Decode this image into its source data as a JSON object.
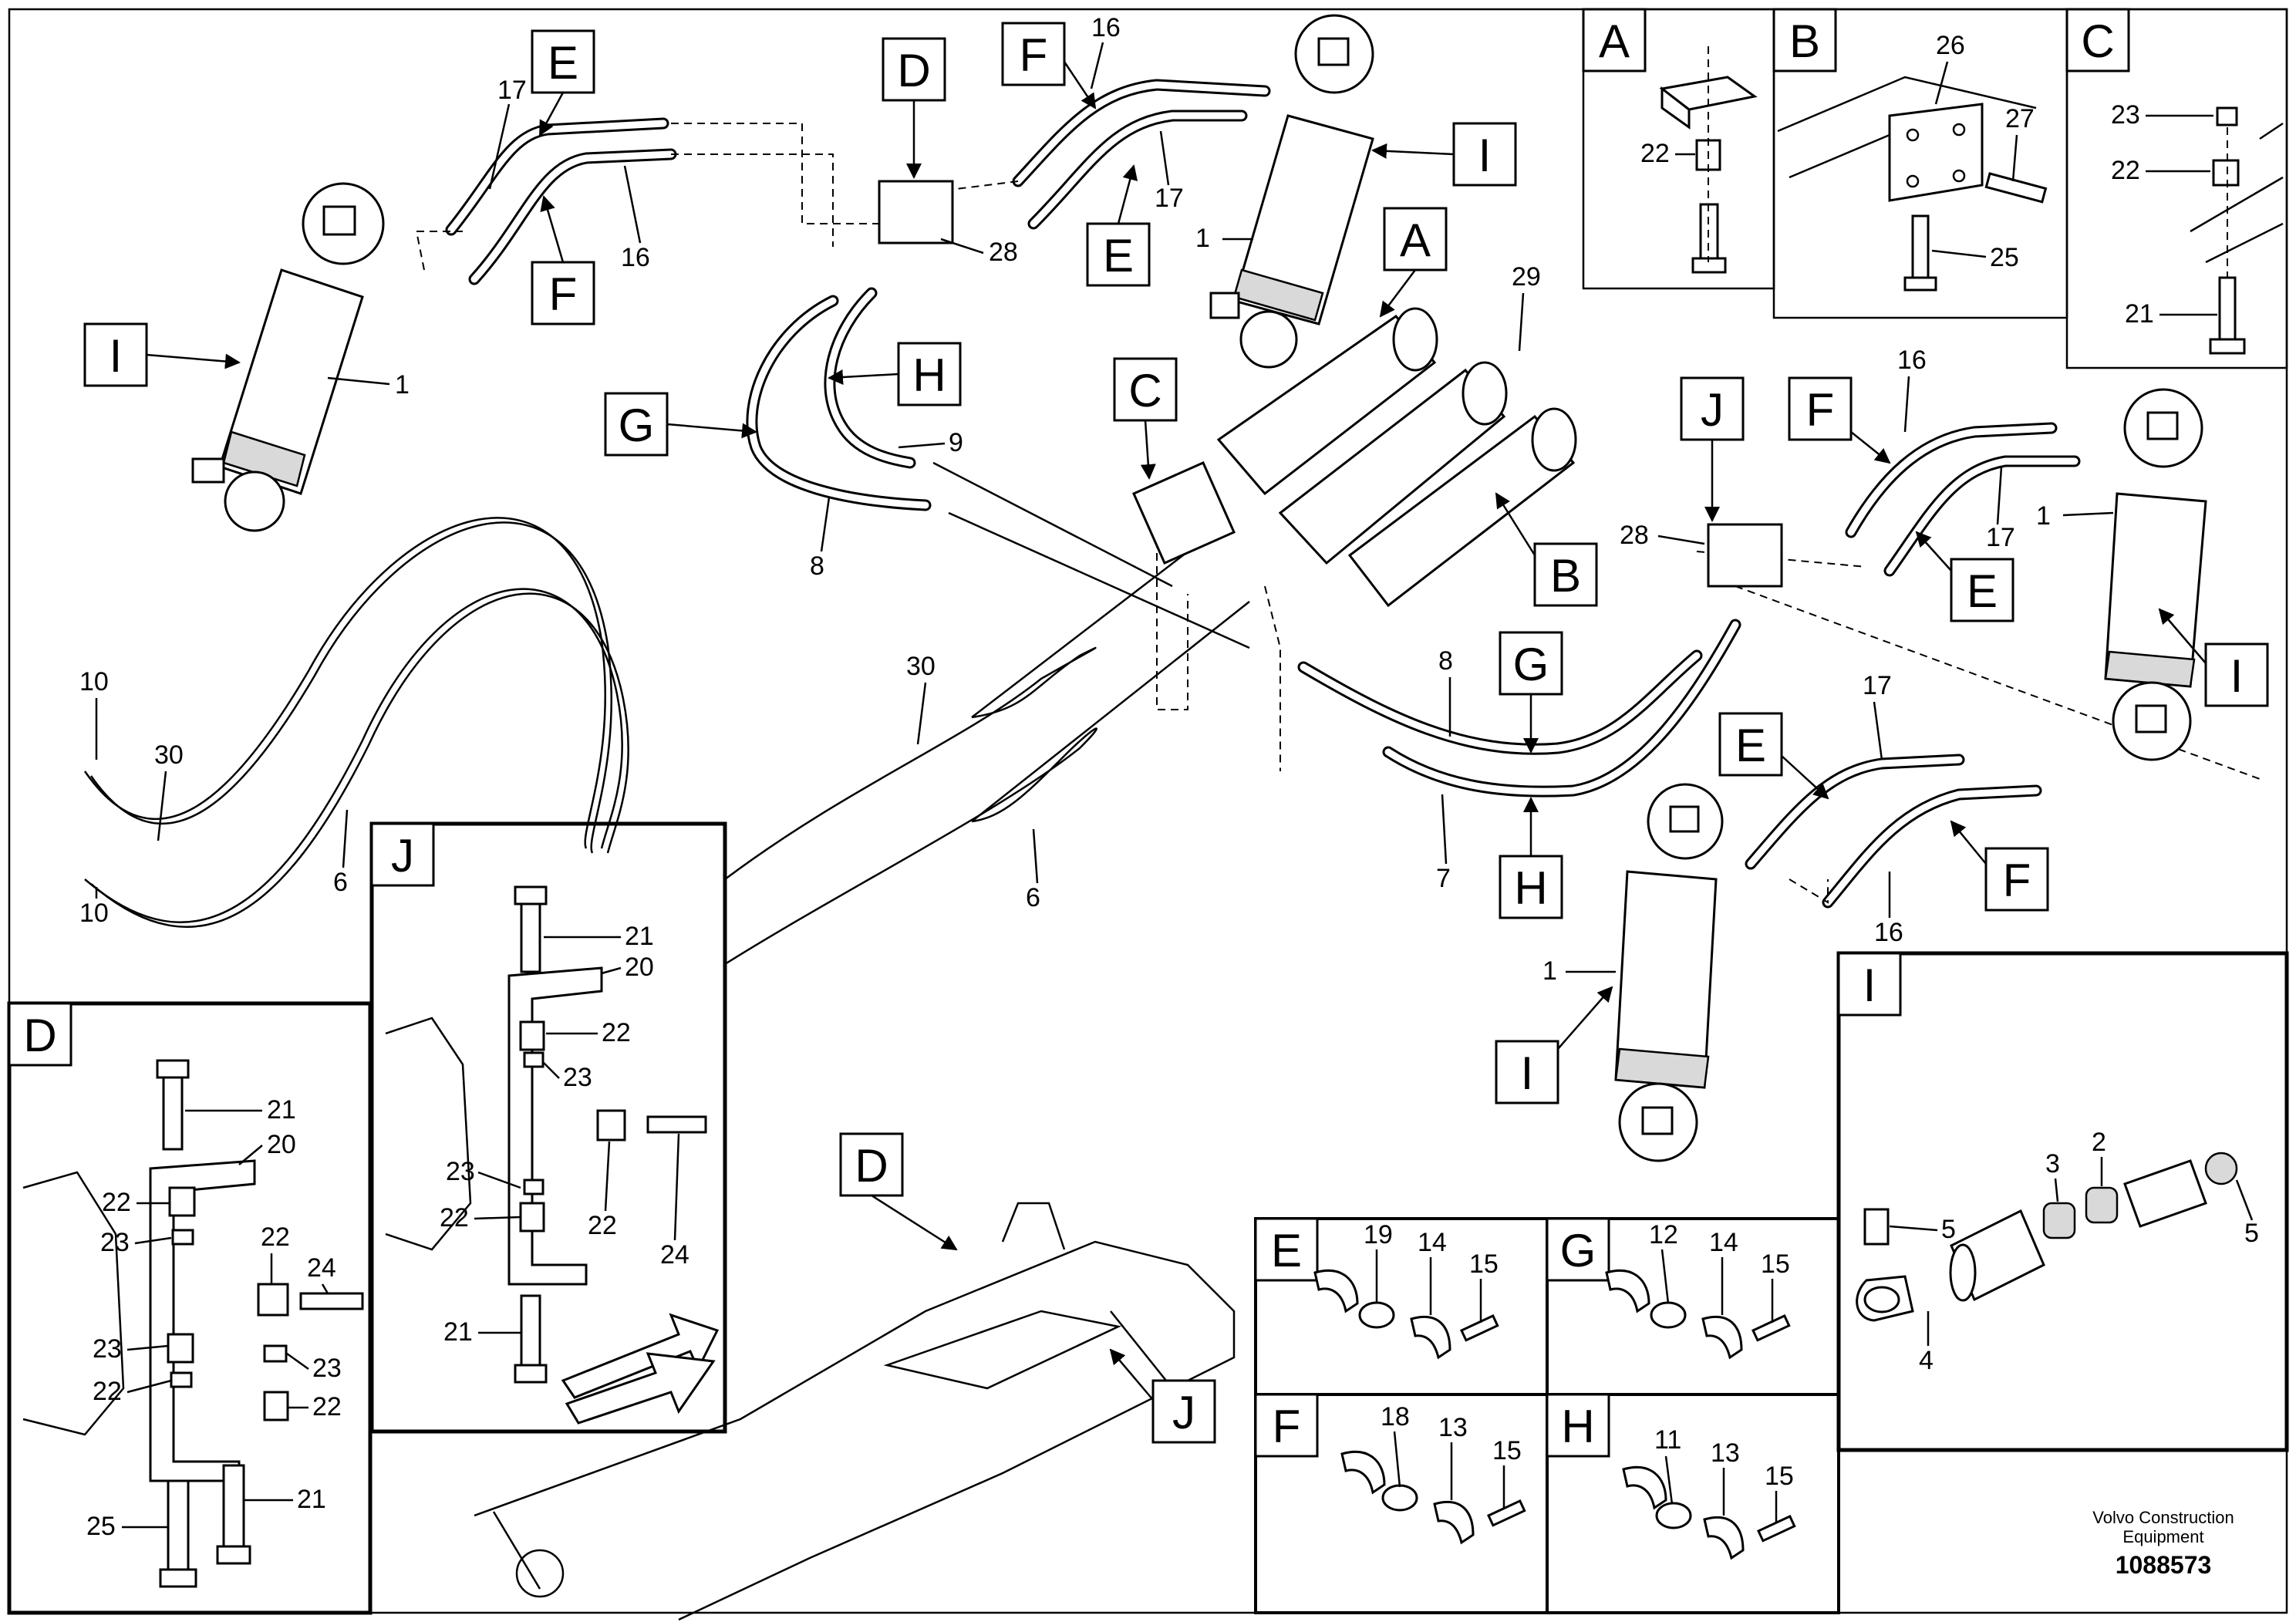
{
  "callouts": {
    "main": {
      "e1": "E",
      "f1": "F",
      "d1": "D",
      "f2": "F",
      "e2": "E",
      "i1": "I",
      "i2": "I",
      "a1": "A",
      "h1": "H",
      "g1": "G",
      "c1": "C",
      "b1": "B",
      "j1": "J",
      "f3": "F",
      "e3": "E",
      "i3": "I",
      "g2": "G",
      "e4": "E",
      "h2": "H",
      "f4": "F",
      "i4": "I",
      "d2": "D",
      "j2": "J"
    },
    "insets": {
      "a": "A",
      "b": "B",
      "c": "C",
      "d": "D",
      "j": "J",
      "e": "E",
      "g": "G",
      "f": "F",
      "h": "H",
      "i": "I"
    }
  },
  "labels": {
    "main": {
      "n17a": "17",
      "n16a": "16",
      "n1a": "1",
      "n16b": "16",
      "n17b": "17",
      "n1b": "1",
      "n28a": "28",
      "n29": "29",
      "n9": "9",
      "n8a": "8",
      "n30a": "30",
      "n10a": "10",
      "n10b": "10",
      "n6a": "6",
      "n30b": "30",
      "n6b": "6",
      "n8b": "8",
      "n7": "7",
      "n28b": "28",
      "n16c": "16",
      "n1c": "1",
      "n17c": "17",
      "n17d": "17",
      "n16d": "16",
      "n1d": "1"
    },
    "inset_a": {
      "n22": "22"
    },
    "inset_b": {
      "n26": "26",
      "n27": "27",
      "n25": "25"
    },
    "inset_c": {
      "n23": "23",
      "n22": "22",
      "n21": "21"
    },
    "inset_j": {
      "n21a": "21",
      "n20": "20",
      "n22a": "22",
      "n23a": "23",
      "n23b": "23",
      "n22b": "22",
      "n22c": "22",
      "n24": "24",
      "n21b": "21"
    },
    "inset_d": {
      "n21a": "21",
      "n20": "20",
      "n22a": "22",
      "n23a": "23",
      "n22b": "22",
      "n24": "24",
      "n23b": "23",
      "n22c": "22",
      "n23c": "23",
      "n22d": "22",
      "n25": "25",
      "n21b": "21"
    },
    "inset_e": {
      "n19": "19",
      "n14": "14",
      "n15": "15"
    },
    "inset_g": {
      "n12": "12",
      "n14": "14",
      "n15": "15"
    },
    "inset_f": {
      "n18": "18",
      "n13": "13",
      "n15": "15"
    },
    "inset_h": {
      "n11": "11",
      "n13": "13",
      "n15": "15"
    },
    "inset_i": {
      "n3": "3",
      "n2": "2",
      "n5a": "5",
      "n5b": "5",
      "n4": "4"
    }
  },
  "footer": {
    "brand_line1": "Volvo Construction",
    "brand_line2": "Equipment",
    "drawing_number": "1088573"
  }
}
